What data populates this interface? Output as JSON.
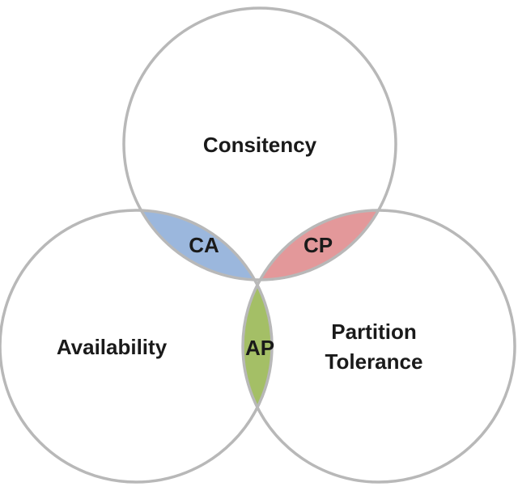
{
  "sets": {
    "consistency": "Consitency",
    "availability": "Availability",
    "partition_line1": "Partition",
    "partition_line2": "Tolerance"
  },
  "intersections": {
    "ca": {
      "label": "CA",
      "color": "#9bb7dd"
    },
    "cp": {
      "label": "CP",
      "color": "#e3989a"
    },
    "ap": {
      "label": "AP",
      "color": "#a4bf66"
    }
  },
  "circle_stroke_color": "#b8b8b8"
}
